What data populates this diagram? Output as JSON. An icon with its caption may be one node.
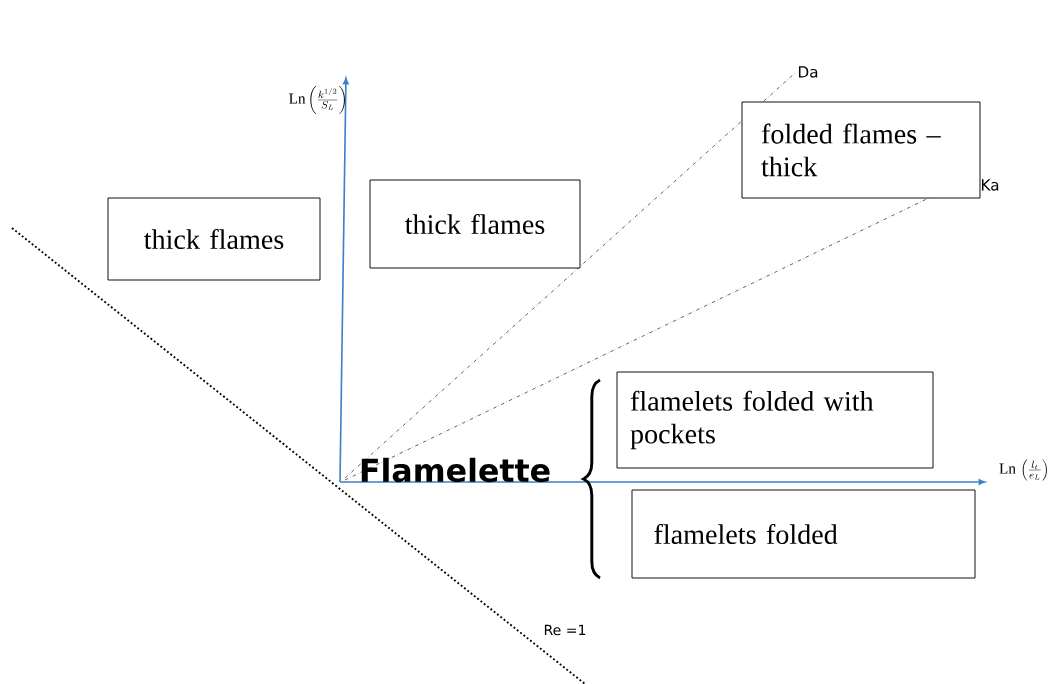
{
  "diagram": {
    "nodes": [
      {
        "text": [
          "thick flames"
        ]
      },
      {
        "text": [
          "thick flames"
        ]
      },
      {
        "text": [
          "folded flames – thick"
        ]
      },
      {
        "text": [
          "flamelets folded with pockets"
        ]
      },
      {
        "text": [
          "flamelets folded"
        ]
      }
    ],
    "labels": [
      "\\mathrm{Ln}\\left(\\frac{k^{1/2}}{S_L}\\right)",
      "Da",
      "Ka",
      "Flamelette",
      "\\mathrm{Ln}\\,\\left(\\frac{l_t}{e_L}\\right)",
      "Re =1"
    ]
  }
}
